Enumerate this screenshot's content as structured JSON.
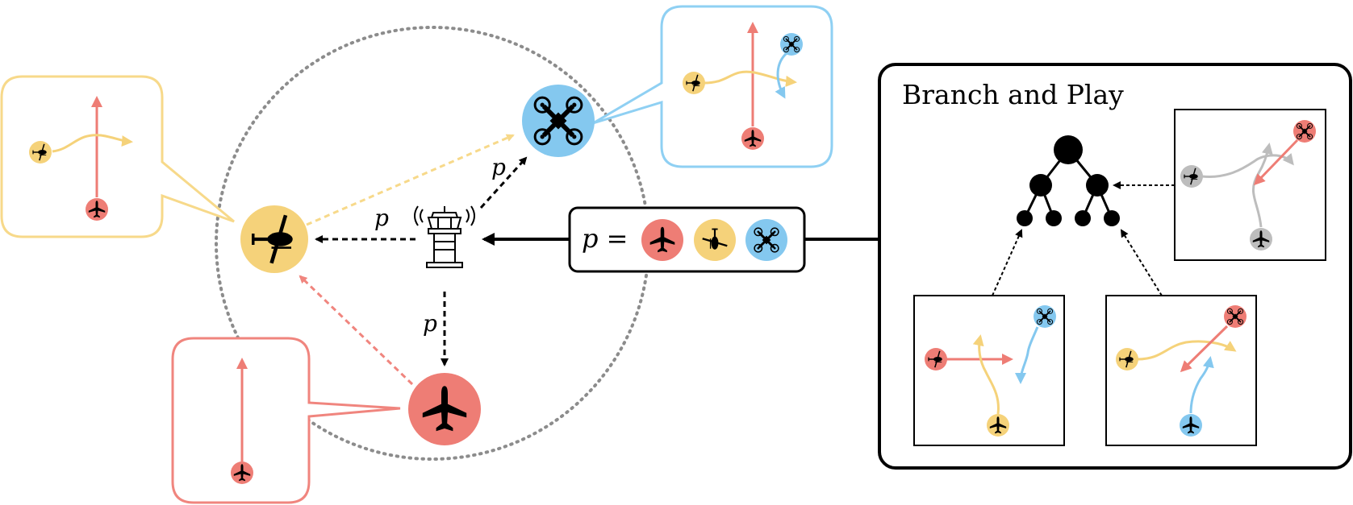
{
  "title": "Branch and Play",
  "policy_symbol": "p",
  "policy_equation": "p =",
  "agents": [
    {
      "name": "helicopter",
      "color": "#f5d27a",
      "icon": "helicopter-icon"
    },
    {
      "name": "airplane",
      "color": "#ee7d75",
      "icon": "airplane-icon"
    },
    {
      "name": "drone",
      "color": "#84c8ef",
      "icon": "drone-icon"
    }
  ],
  "colors": {
    "yellow": "#f5d27a",
    "red": "#ee7d75",
    "blue": "#84c8ef",
    "gray": "#bdbdbd",
    "black": "#000000",
    "yellow_stroke": "#f7d98a",
    "red_stroke": "#f0857e",
    "blue_stroke": "#8fd0f3"
  },
  "central_icon": "control-tower-icon"
}
